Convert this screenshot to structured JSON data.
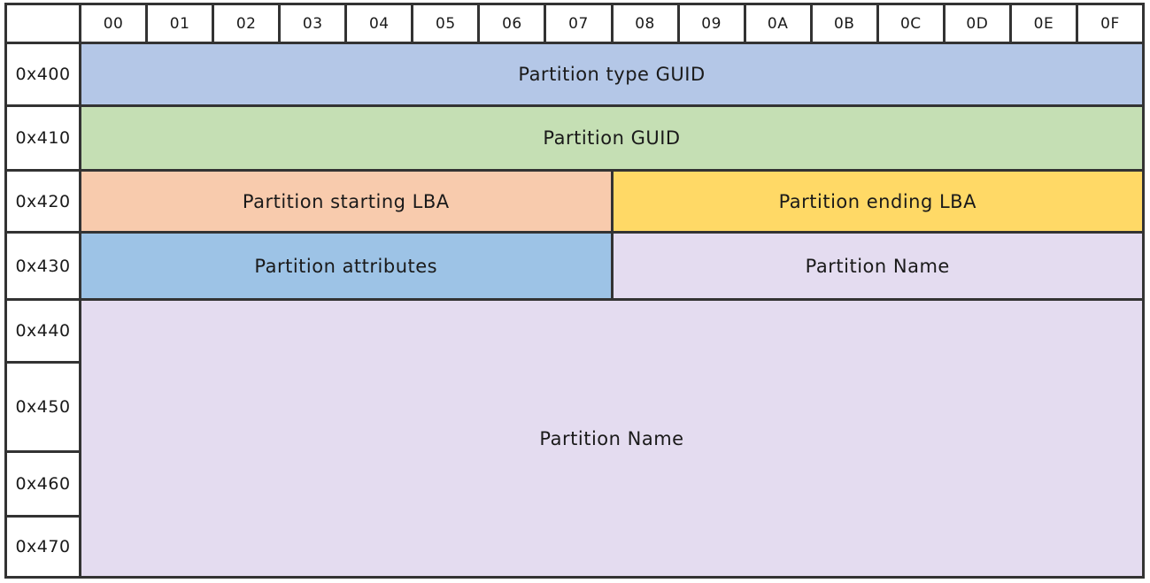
{
  "diagram": {
    "kind": "byte-layout-table",
    "col_headers": [
      "00",
      "01",
      "02",
      "03",
      "04",
      "05",
      "06",
      "07",
      "08",
      "09",
      "0A",
      "0B",
      "0C",
      "0D",
      "0E",
      "0F"
    ],
    "row_headers": [
      "0x400",
      "0x410",
      "0x420",
      "0x430",
      "0x440",
      "0x450",
      "0x460",
      "0x470"
    ],
    "fields": [
      {
        "label": "Partition type GUID",
        "color": "#b4c7e7"
      },
      {
        "label": "Partition GUID",
        "color": "#c5dfb4"
      },
      {
        "label": "Partition starting LBA",
        "color": "#f8cbad"
      },
      {
        "label": "Partition ending LBA",
        "color": "#ffd966"
      },
      {
        "label": "Partition attributes",
        "color": "#9dc3e6"
      },
      {
        "label": "Partition Name",
        "color": "#e4dcf0"
      },
      {
        "label": "Partition Name",
        "color": "#e4dcf0"
      }
    ],
    "colors": {
      "border": "#333333",
      "text": "#1a1a1a",
      "background": "#ffffff"
    }
  }
}
